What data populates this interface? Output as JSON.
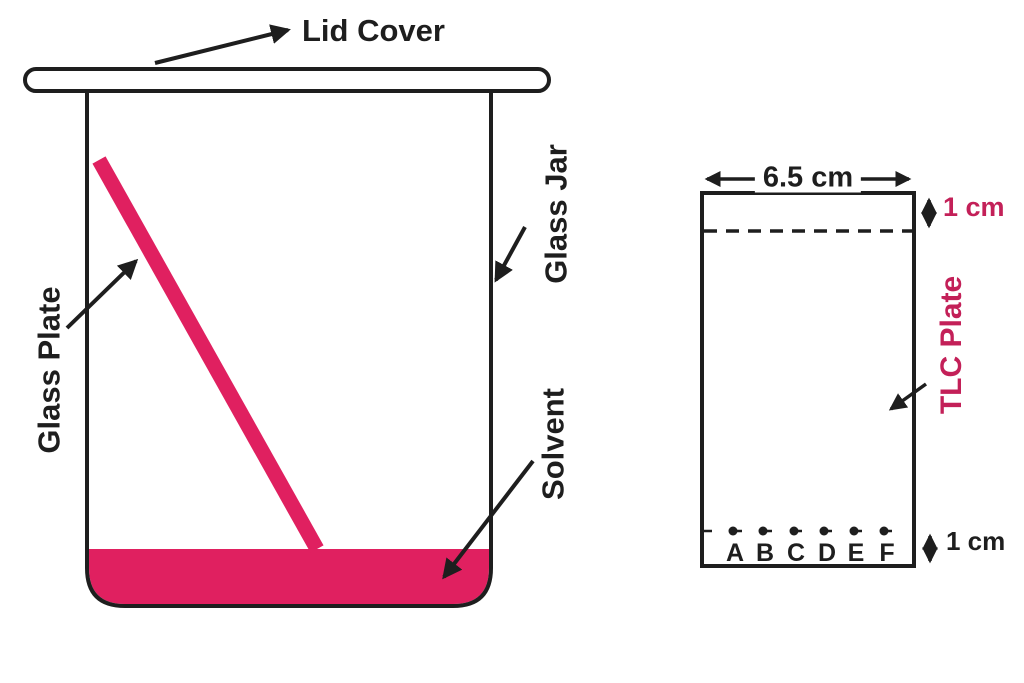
{
  "colors": {
    "ink": "#1e1e1e",
    "solvent_pink": "#e02060",
    "label_pink": "#c32058"
  },
  "beaker_diagram": {
    "lid_cover_label": "Lid Cover",
    "glass_plate_label": "Glass Plate",
    "glass_jar_label": "Glass Jar",
    "solvent_label": "Solvent"
  },
  "tlc_plate_diagram": {
    "plate_label": "TLC Plate",
    "width_label": "6.5 cm",
    "top_margin_label": "1 cm",
    "bottom_margin_label": "1 cm",
    "spots": [
      {
        "label": "A"
      },
      {
        "label": "B"
      },
      {
        "label": "C"
      },
      {
        "label": "D"
      },
      {
        "label": "E"
      },
      {
        "label": "F"
      }
    ]
  }
}
